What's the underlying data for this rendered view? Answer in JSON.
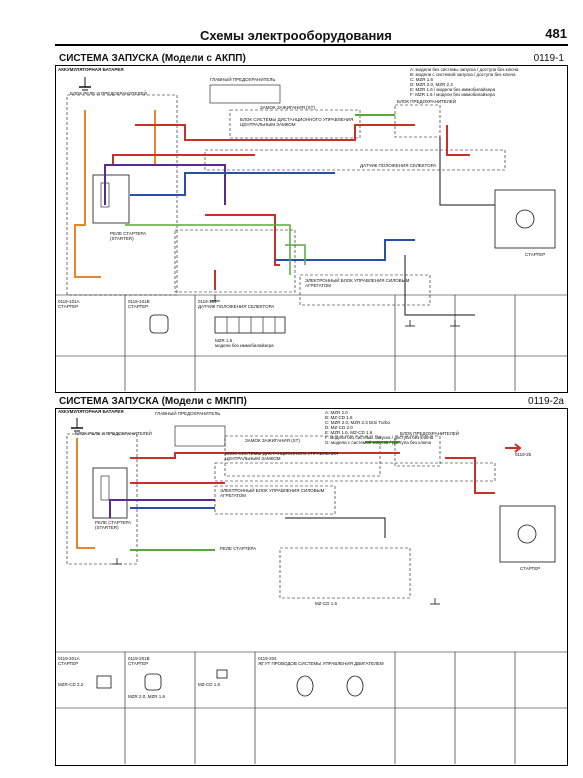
{
  "page": {
    "title": "Схемы электрооборудования",
    "number": "481"
  },
  "sections": [
    {
      "title": "СИСТЕМА ЗАПУСКА (Модели с АКПП)",
      "code": "0119-1",
      "labels": {
        "battery": "АККУМУЛЯТОРНАЯ БАТАРЕЯ",
        "fuse_box": "БЛОК РЕЛЕ И ПРЕДОХРАНИТЕЛЕЙ",
        "main_fuse": "ГЛАВНЫЙ ПРЕДОХРАНИТЕЛЬ",
        "ignition": "ЗАМОК ЗАЖИГАНИЯ (ST)",
        "immobilizer": "БЛОК СИСТЕМЫ ДИСТАНЦИОННОГО УПРАВЛЕНИЯ ЦЕНТРАЛЬНЫМ ЗАМКОМ",
        "fuse_block": "БЛОК ПРЕДОХРАНИТЕЛЕЙ",
        "selector_sensor": "ДАТЧИК ПОЛОЖЕНИЯ СЕЛЕКТОРА",
        "starter_relay": "РЕЛЕ СТАРТЕРА (STARTER)",
        "pcm": "ЭЛЕКТРОННЫЙ БЛОК УПРАВЛЕНИЯ СИЛОВЫМ АГРЕГАТОМ",
        "starter": "СТАРТЕР",
        "mzr": "MZR 1.6",
        "no_immob": "модели без иммобилайзера"
      },
      "legend": [
        "A: модели без системы запуска / доступа без ключа",
        "B: модели с системой запуска / доступа без ключа",
        "C: MZR 1.6",
        "D: MZR 2.0, MZR 2.3",
        "E: MZR 1.6 / модели без иммобилайзера",
        "F: MZR 1.6 / модели без иммобилайзера"
      ],
      "connectors": [
        {
          "code": "0119-101A",
          "name": "СТАРТЕР"
        },
        {
          "code": "0119-101B",
          "name": "СТАРТЕР"
        },
        {
          "code": "0119-104",
          "name": "ДАТЧИК ПОЛОЖЕНИЯ СЕЛЕКТОРА"
        }
      ]
    },
    {
      "title": "СИСТЕМА ЗАПУСКА (Модели с МКПП)",
      "code": "0119-2a",
      "labels": {
        "battery": "АККУМУЛЯТОРНАЯ БАТАРЕЯ",
        "fuse_box": "БЛОК РЕЛЕ И ПРЕДОХРАНИТЕЛЕЙ",
        "main_fuse": "ГЛАВНЫЙ ПРЕДОХРАНИТЕЛЬ",
        "ignition": "ЗАМОК ЗАЖИГАНИЯ (ST)",
        "immobilizer": "БЛОК СИСТЕМЫ ДИСТАНЦИОННОГО УПРАВЛЕНИЯ ЦЕНТРАЛЬНЫМ ЗАМКОМ",
        "fuse_block": "БЛОК ПРЕДОХРАНИТЕЛЕЙ",
        "pcm": "ЭЛЕКТРОННЫЙ БЛОК УПРАВЛЕНИЯ СИЛОВЫМ АГРЕГАТОМ",
        "starter_relay": "РЕЛЕ СТАРТЕРА (STARTER)",
        "relay_2b": "РЕЛЕ СТАРТЕРА",
        "starter": "СТАРТЕР",
        "next_page": "0119-2b",
        "mzcd": "MZ-CD 1.6"
      },
      "legend": [
        "A: MZR 2.0",
        "B: MZ-CD 1.6",
        "C: MZR 2.0, MZR 2.3 DiSi Turbo",
        "D: MZ-CD 2.0",
        "E: MZR 1.6, MZ-CD 1.6",
        "F: модели без системы запуска / доступа без ключа",
        "G: модели с системой запуска / доступа без ключа"
      ],
      "connectors": [
        {
          "code": "0119-201A",
          "name": "СТАРТЕР",
          "model": "MZR-CD 2.2"
        },
        {
          "code": "0119-201B",
          "name": "СТАРТЕР",
          "model": "MZR 2.0, MZR 1.6"
        },
        {
          "code": "0119-204",
          "name": "ЖГУТ ПРОВОДОВ СИСТЕМЫ УПРАВЛЕНИЯ ДВИГАТЕЛЕМ",
          "model": "MZ-CD 1.6"
        }
      ]
    }
  ],
  "colors": {
    "red": "#c8302a",
    "orange": "#e8862a",
    "blue": "#2a4fa8",
    "purple": "#5a2a90",
    "green": "#58a83a",
    "black": "#111111",
    "gray": "#777777"
  }
}
